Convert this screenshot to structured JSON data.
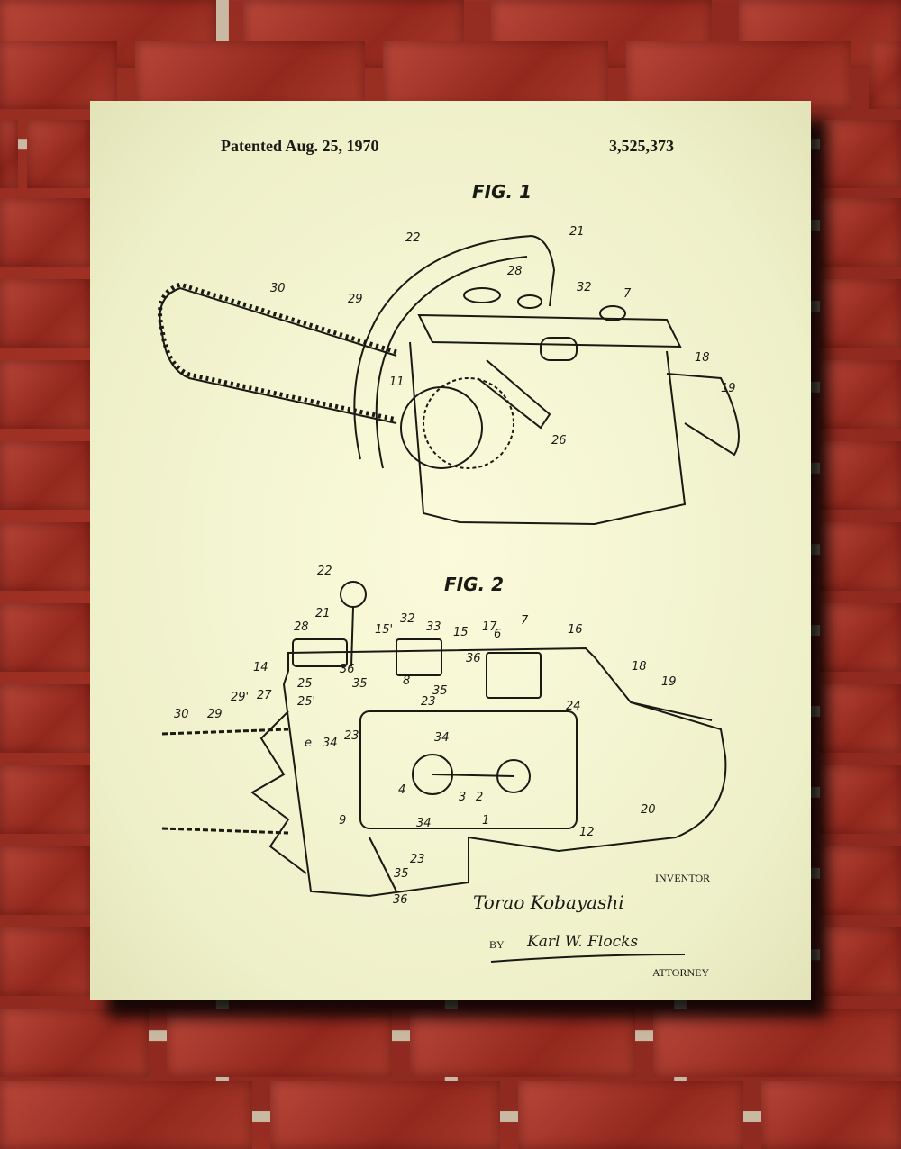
{
  "poster": {
    "patented": "Patented  Aug. 25, 1970",
    "patent_number": "3,525,373",
    "fig1_title": "FIG. 1",
    "fig2_title": "FIG. 2",
    "inventor_label": "INVENTOR",
    "inventor_signature": "Torao Kobayashi",
    "by_label": "BY",
    "attorney_signature": "Karl W. Flocks",
    "attorney_label": "ATTORNEY"
  },
  "fig1_labels": [
    "22",
    "21",
    "28",
    "32",
    "7",
    "30",
    "29",
    "11",
    "18",
    "19",
    "26"
  ],
  "fig2_labels": [
    "22",
    "21",
    "15'",
    "32",
    "33",
    "15",
    "17",
    "6",
    "7",
    "16",
    "28",
    "14",
    "25",
    "36",
    "35",
    "8",
    "36",
    "23",
    "35",
    "18",
    "19",
    "24",
    "29'",
    "27",
    "30",
    "29",
    "25'",
    "e",
    "34",
    "23",
    "34",
    "4",
    "3",
    "2",
    "9",
    "34",
    "1",
    "12",
    "20",
    "23",
    "35",
    "36"
  ]
}
